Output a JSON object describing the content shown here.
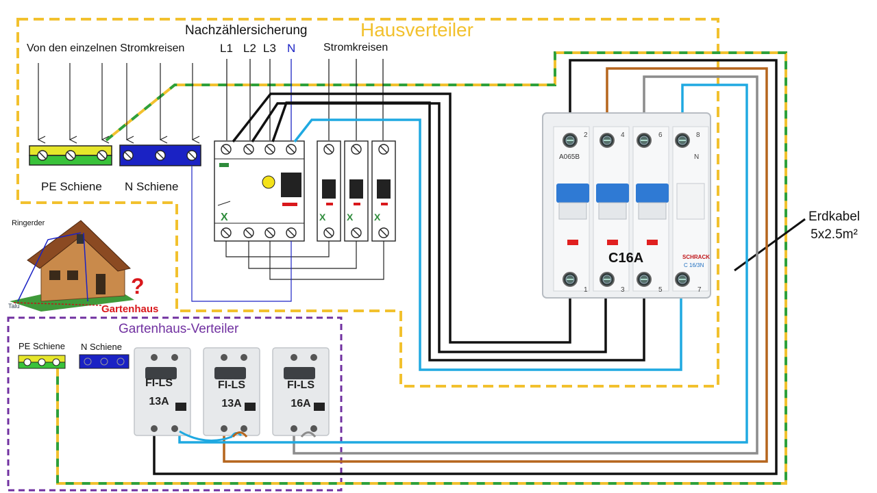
{
  "labels": {
    "hausverteiler": "Hausverteiler",
    "nachzaehler": "Nachzählersicherung",
    "von_den": "Von den einzelnen Stromkreisen",
    "stromkreisen": "Stromkreisen",
    "phase_l1": "L1",
    "phase_l2": "L2",
    "phase_l3": "L3",
    "phase_n": "N",
    "pe_schiene": "PE Schiene",
    "n_schiene": "N Schiene",
    "ringerder": "Ringerder",
    "gartenhaus": "Gartenhaus",
    "question": "?",
    "talu": "Talu",
    "gartenhaus_verteiler": "Gartenhaus-Verteiler",
    "pe_schiene_small": "PE Schiene",
    "n_schiene_small": "N Schiene",
    "erdkabel_line1": "Erdkabel",
    "erdkabel_line2": "5x2.5m²",
    "c16a": "C16A",
    "fi1_line1": "FI-LS",
    "fi1_line2": "13A",
    "fi2_line1": "FI-LS",
    "fi2_line2": "13A",
    "fi3_line1": "FI-LS",
    "fi3_line2": "16A",
    "mcb_code": "A065B",
    "mcb_brand": "SCHRACK",
    "mcb_type": "C 16/3N"
  },
  "wire_colors": {
    "phase_black": "#111111",
    "phase_brown": "#b5651d",
    "phase_grey": "#8c8c8c",
    "neutral_blue": "#1fa9e1",
    "earth_green": "#2ea03b",
    "earth_yellow": "#f2c12e",
    "neutral_rail_blue": "#1a22c4",
    "box_purple": "#7030a0"
  },
  "icons": [
    "house-icon",
    "arrow-down-icon",
    "terminal-screw-icon",
    "test-button-icon"
  ]
}
